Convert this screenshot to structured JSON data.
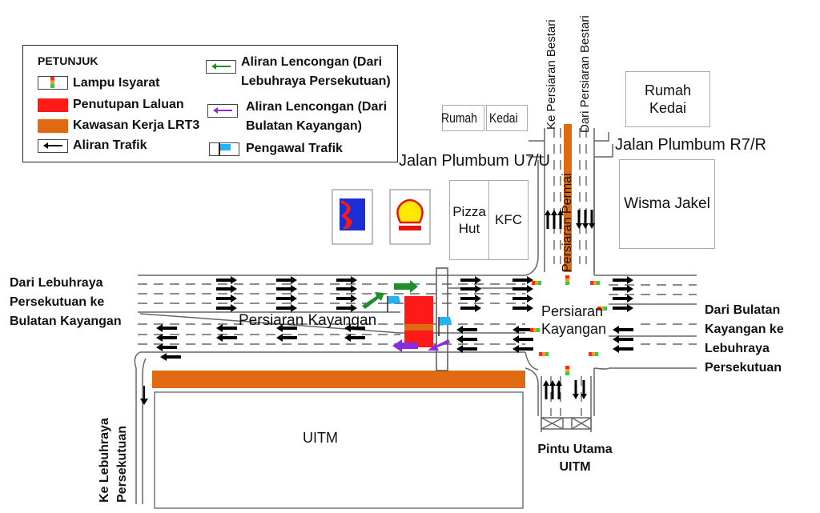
{
  "legend": {
    "title": "PETUNJUK",
    "items": [
      {
        "label": "Lampu Isyarat",
        "icon": "traffic-light-icon"
      },
      {
        "label": "Penutupan Laluan",
        "icon": "road-closure-swatch",
        "color": "#ff1a1a"
      },
      {
        "label": "Kawasan Kerja LRT3",
        "icon": "work-zone-swatch",
        "color": "#e06a12"
      },
      {
        "label": "Aliran Trafik",
        "icon": "black-arrow-icon",
        "color": "#000000"
      },
      {
        "label_line1": "Aliran Lencongan (Dari",
        "label_line2": "Lebuhraya Persekutuan)",
        "icon": "green-arrow-icon",
        "color": "#1e8f2a"
      },
      {
        "label_line1": "Aliran Lencongan (Dari",
        "label_line2": "Bulatan Kayangan)",
        "icon": "purple-arrow-icon",
        "color": "#8a2be2"
      },
      {
        "label": "Pengawal Trafik",
        "icon": "traffic-marshal-flag-icon",
        "color": "#1eb4ff"
      }
    ]
  },
  "roads": {
    "main_west": "Persiaran Kayangan",
    "main_junction_line1": "Persiaran",
    "main_junction_line2": "Kayangan",
    "north_south": "Persiaran Permai",
    "plumbum_west": "Jalan Plumbum U7/U",
    "plumbum_east": "Jalan Plumbum R7/R"
  },
  "directions": {
    "to_bestari": "Ke Persiaran Bestari",
    "from_bestari": "Dari Persiaran Bestari",
    "west_line1": "Dari Lebuhraya",
    "west_line2": "Persekutuan ke",
    "west_line3": "Bulatan Kayangan",
    "east_line1": "Dari Bulatan",
    "east_line2": "Kayangan ke",
    "east_line3": "Lebuhraya",
    "east_line4": "Persekutuan",
    "to_federal_line1": "Ke Lebuhraya",
    "to_federal_line2": "Persekutuan"
  },
  "buildings": {
    "rumah": "Rumah",
    "kedai": "Kedai",
    "rumah_kedai_east_line1": "Rumah",
    "rumah_kedai_east_line2": "Kedai",
    "pizza_line1": "Pizza",
    "pizza_line2": "Hut",
    "kfc": "KFC",
    "wisma": "Wisma Jakel",
    "uitm": "UITM",
    "gate_line1": "Pintu Utama",
    "gate_line2": "UITM",
    "petron": "PETRON",
    "shell": "Shell"
  },
  "colors": {
    "closure": "#ff1a1a",
    "work_zone": "#e06a12",
    "detour_green": "#1e8f2a",
    "detour_purple": "#8a2be2",
    "marshal": "#1eb4ff",
    "road_line": "#666666"
  }
}
